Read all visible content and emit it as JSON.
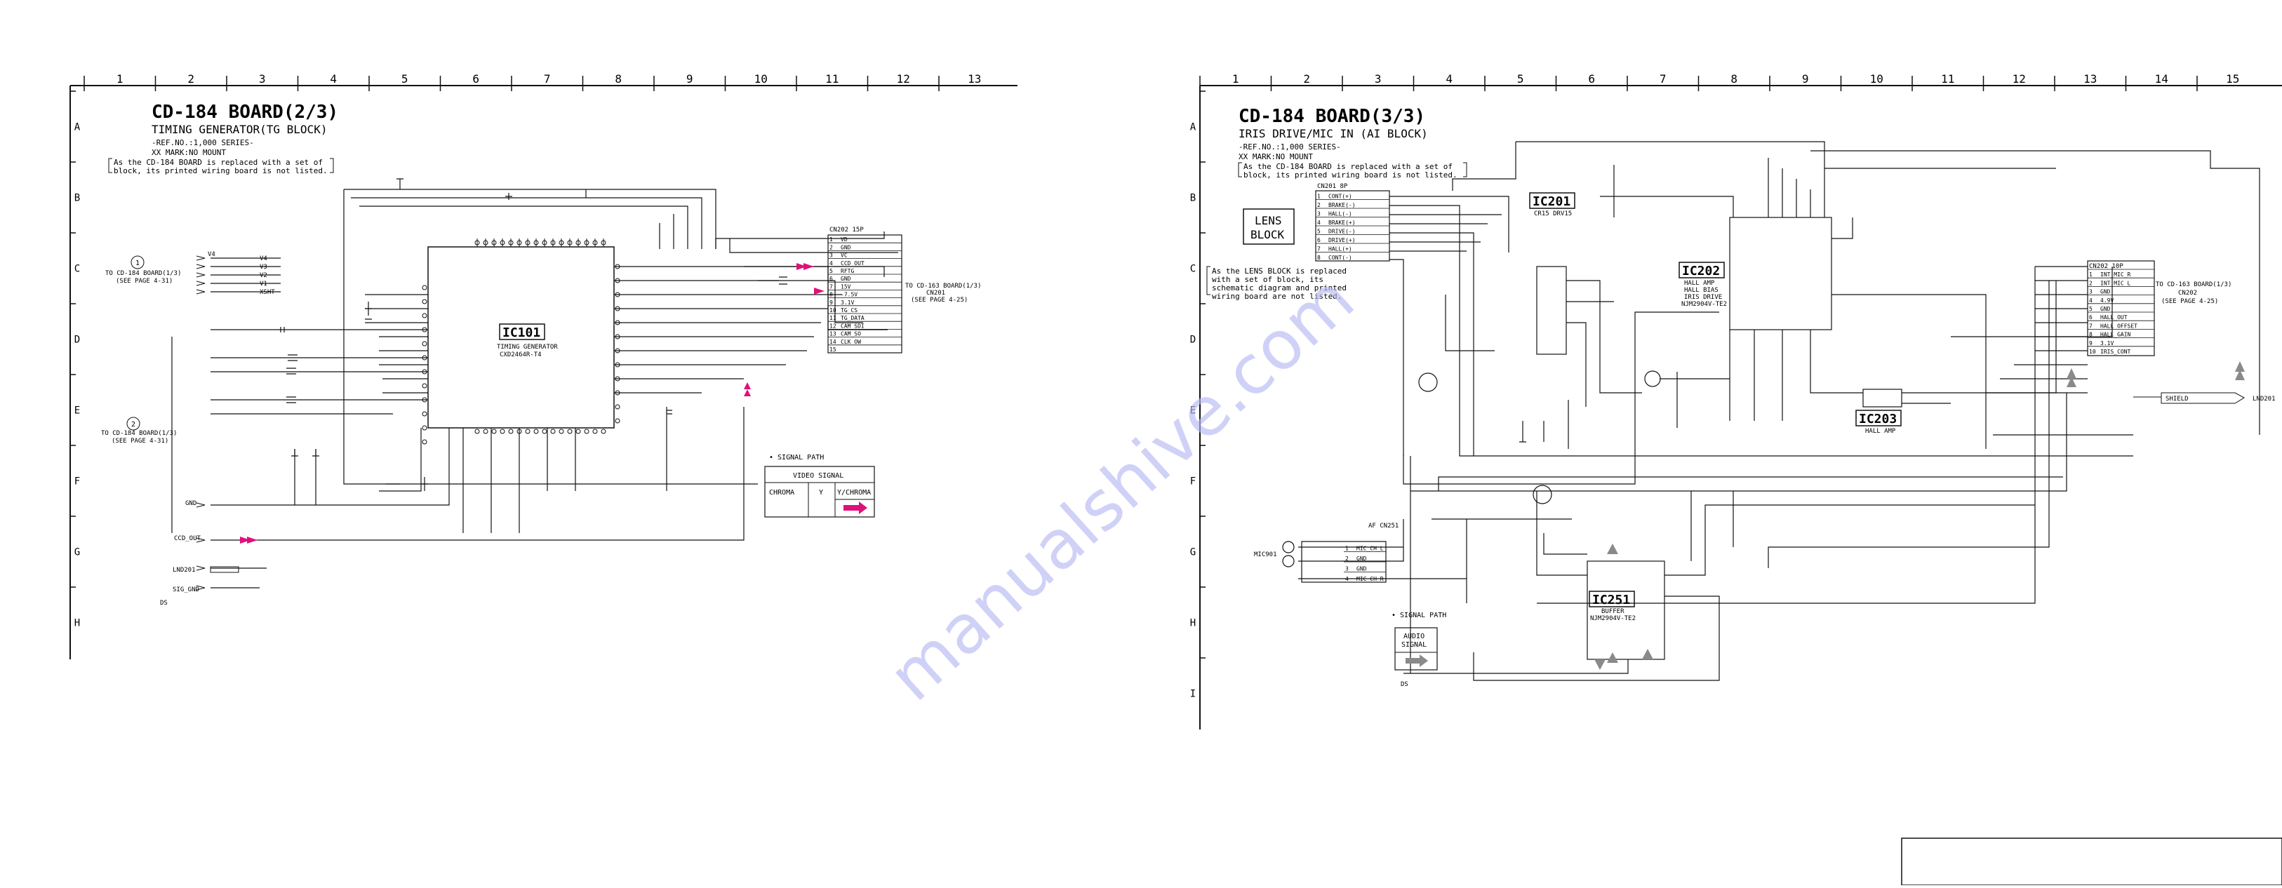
{
  "left": {
    "title": "CD-184 BOARD(2/3)",
    "subtitle": "TIMING GENERATOR(TG BLOCK)",
    "ref": "-REF.NO.:1,000 SERIES-",
    "mark": "XX MARK:NO MOUNT",
    "note1": "As the CD-184 BOARD is replaced with a set of",
    "note2": "block, its printed wiring board is not listed.",
    "ic": "IC101",
    "ic_sub1": "TIMING GENERATOR",
    "ic_sub2": "CXD2464R-T4",
    "conn": "CN202 15P",
    "conn_pins": [
      "VD",
      "GND",
      "VC",
      "CCD_OUT",
      "RFTG",
      "GND",
      "15V",
      "-7.5V",
      "3.1V",
      "TG_CS",
      "TG_DATA",
      "CAM_SDI",
      "CAM_SO",
      "CLK_OW",
      ""
    ],
    "to_right1": "TO CD-163 BOARD(1/3)",
    "to_right2": "CN201",
    "to_right3": "(SEE PAGE 4-25)",
    "to_left_c1": "TO CD-184 BOARD(1/3)",
    "to_left_c2": "(SEE PAGE 4-31)",
    "to_left_e1": "TO CD-184 BOARD(1/3)",
    "to_left_e2": "(SEE PAGE 4-31)",
    "gnd_label": "GND",
    "ccd_label": "CCD_OUT",
    "lnd_label": "LND201",
    "sig_label": "SIG_GND",
    "ds": "DS",
    "signal_path": "• SIGNAL PATH",
    "video_signal": "VIDEO SIGNAL",
    "chroma": "CHROMA",
    "y": "Y",
    "ychroma": "Y/CHROMA",
    "bus_labels": [
      "V4",
      "V3",
      "V2",
      "V1",
      "XSHT"
    ]
  },
  "right": {
    "title": "CD-184 BOARD(3/3)",
    "subtitle": "IRIS DRIVE/MIC IN (AI BLOCK)",
    "ref": "-REF.NO.:1,000 SERIES-",
    "mark": "XX MARK:NO MOUNT",
    "note1": "As the CD-184 BOARD is replaced with a set of",
    "note2": "block, its printed wiring board is not listed.",
    "lens_block_1": "LENS",
    "lens_block_2": "BLOCK",
    "lens_note1": "As the LENS BLOCK is replaced",
    "lens_note2": "with a set of block, its",
    "lens_note3": "schematic diagram and printed",
    "lens_note4": "wiring board are not listed.",
    "cn_lens": "CN201 8P",
    "cn_lens_pins": [
      "CONT(+)",
      "BRAKE(-)",
      "HALL(-)",
      "BRAKE(+)",
      "DRIVE(-)",
      "DRIVE(+)",
      "HALL(+)",
      "CONT(-)"
    ],
    "ic201": "IC201",
    "ic201_sub": "CR15 DRV15",
    "ic202": "IC202",
    "ic202_sub1": "HALL AMP",
    "ic202_sub2": "HALL BIAS",
    "ic202_sub3": "IRIS DRIVE",
    "ic202_sub4": "NJM2904V-TE2",
    "ic203": "IC203",
    "ic203_sub": "HALL AMP",
    "ic251": "IC251",
    "ic251_sub1": "BUFFER",
    "ic251_sub2": "NJM2904V-TE2",
    "conn": "CN202 10P",
    "conn_pins": [
      "INT_MIC_R",
      "INT_MIC_L",
      "GND",
      "4.9V",
      "GND",
      "HALL_OUT",
      "HALL_OFFSET",
      "HALL_GAIN",
      "3.1V",
      "IRIS_CONT"
    ],
    "to_right1": "TO CD-163 BOARD(1/3)",
    "to_right2": "CN202",
    "to_right3": "(SEE PAGE 4-25)",
    "shield": "SHIELD",
    "lnd": "LND201",
    "mic_label": "MIC901",
    "jack_label": "AF CN251",
    "mic_pins": [
      "MIC_CH_L",
      "GND",
      "GND",
      "MIC_CH_R"
    ],
    "signal_path": "• SIGNAL PATH",
    "audio_1": "AUDIO",
    "audio_2": "SIGNAL",
    "ds": "DS"
  },
  "grid": {
    "cols_left": [
      "1",
      "2",
      "3",
      "4",
      "5",
      "6",
      "7",
      "8",
      "9",
      "10",
      "11",
      "12",
      "13"
    ],
    "cols_right": [
      "1",
      "2",
      "3",
      "4",
      "5",
      "6",
      "7",
      "8",
      "9",
      "10",
      "11",
      "12",
      "13",
      "14",
      "15"
    ],
    "rows_left": [
      "A",
      "B",
      "C",
      "D",
      "E",
      "F",
      "G",
      "H"
    ],
    "rows_right": [
      "A",
      "B",
      "C",
      "D",
      "E",
      "F",
      "G",
      "H",
      "I"
    ]
  },
  "watermark": "manualshive.com",
  "colors": {
    "ink": "#111111",
    "arrow_magenta": "#e0107a",
    "watermark": "#b7b9f2",
    "gray_arrow": "#8a8a8a"
  }
}
